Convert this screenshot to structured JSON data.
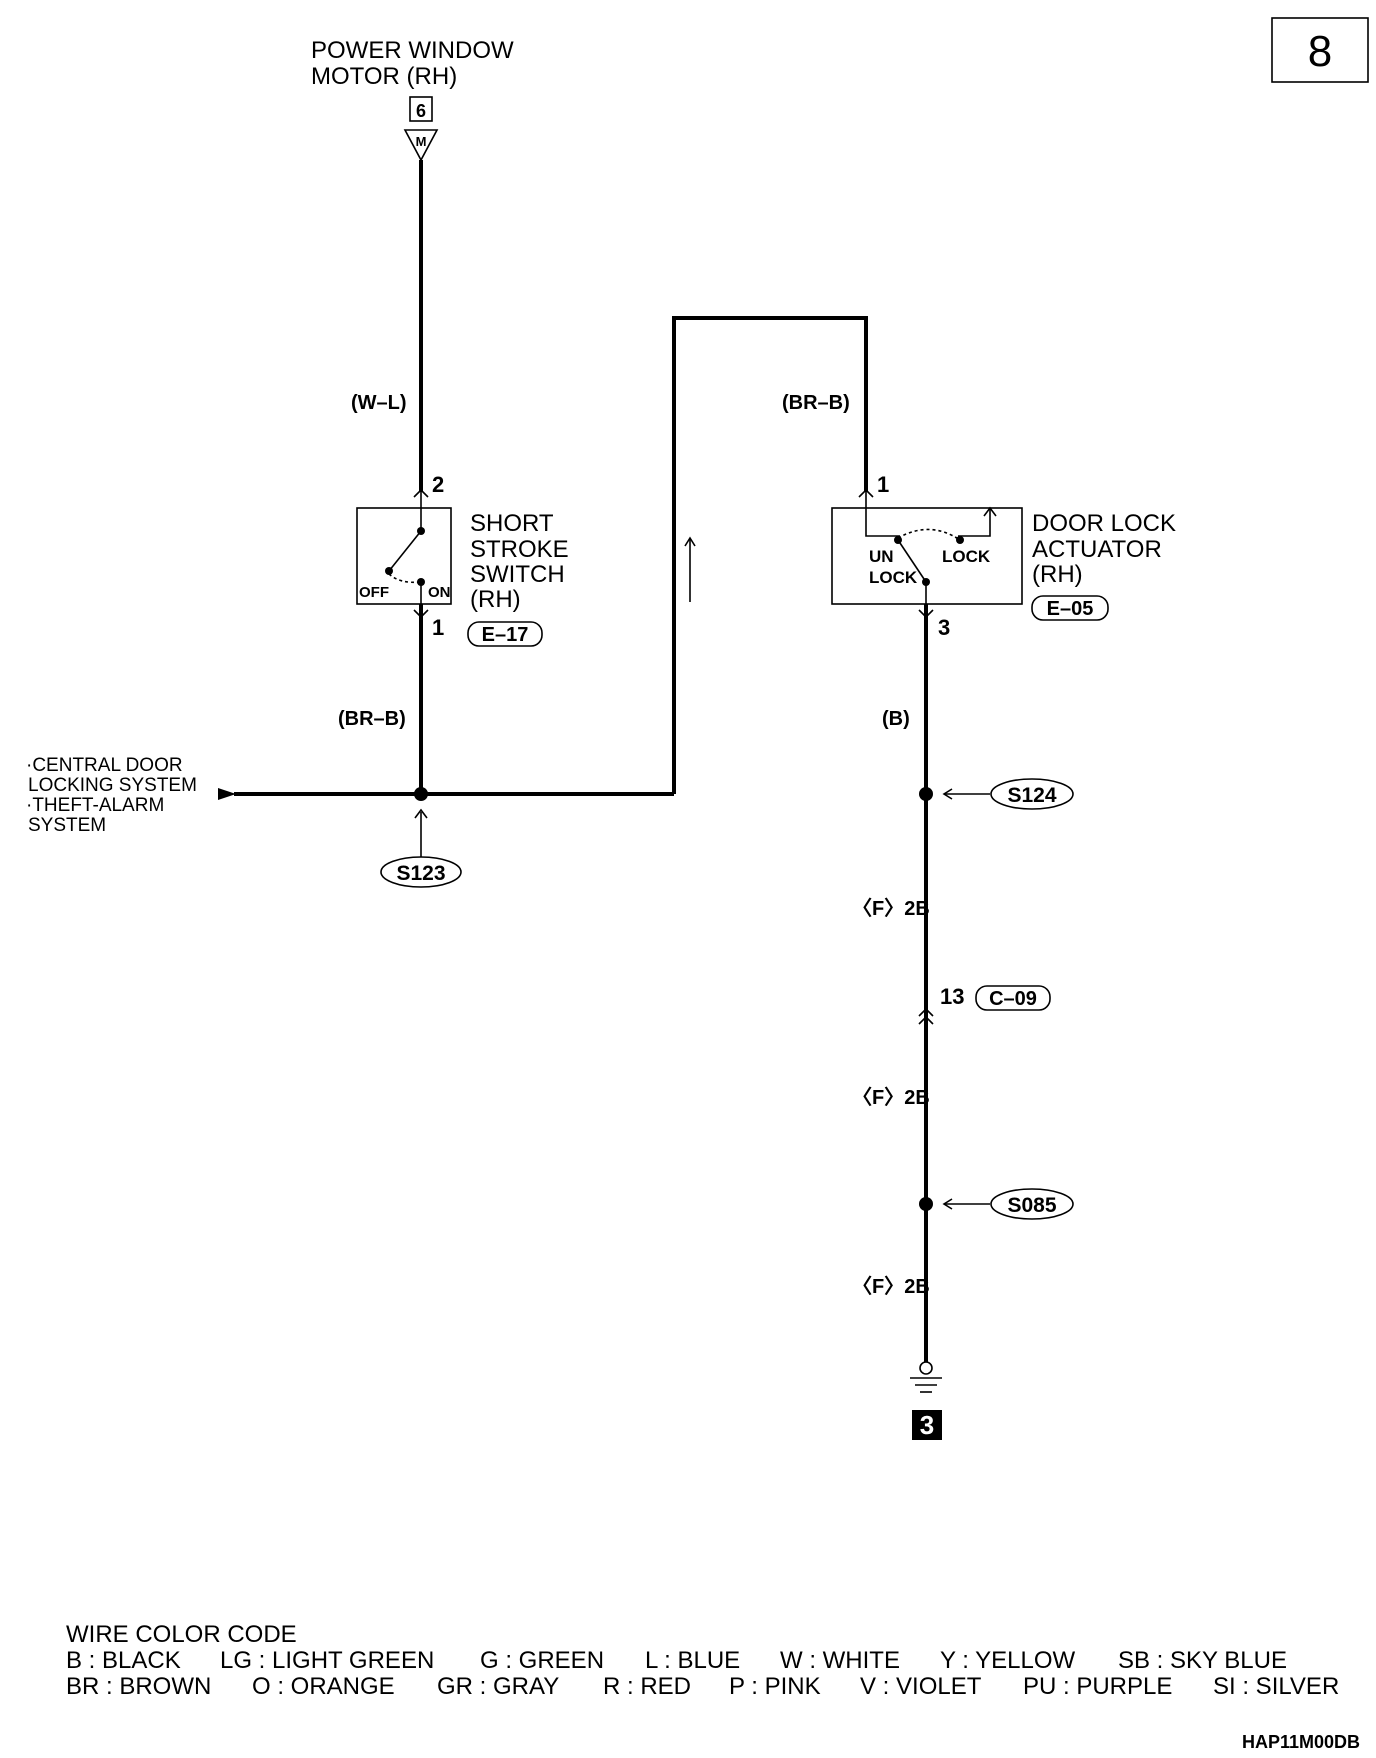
{
  "page_number": "8",
  "doc_code": "HAP11M00DB",
  "motor": {
    "title_line1": "POWER WINDOW",
    "title_line2": "MOTOR (RH)",
    "connector_num": "6",
    "symbol": "M"
  },
  "wires": {
    "w_l": "(W–L)",
    "br_b_left": "(BR–B)",
    "br_b_right": "(BR–B)",
    "b": "(B)",
    "f2b_1": "〈F〉2B",
    "f2b_2": "〈F〉2B",
    "f2b_3": "〈F〉2B"
  },
  "switch": {
    "title_line1": "SHORT",
    "title_line2": "STROKE",
    "title_line3": "SWITCH",
    "title_line4": "(RH)",
    "connector": "E–17",
    "pin_top": "2",
    "pin_bottom": "1",
    "off_label": "OFF",
    "on_label": "ON"
  },
  "actuator": {
    "title_line1": "DOOR LOCK",
    "title_line2": "ACTUATOR",
    "title_line3": "(RH)",
    "connector": "E–05",
    "pin_top": "1",
    "pin_bottom": "3",
    "unlock_line1": "UN",
    "unlock_line2": "LOCK",
    "lock_label": "LOCK"
  },
  "left_feed": {
    "line1": "·CENTRAL DOOR",
    "line2": "LOCKING SYSTEM",
    "line3": "·THEFT-ALARM",
    "line4": "SYSTEM"
  },
  "splices": {
    "s123": "S123",
    "s124": "S124",
    "s085": "S085"
  },
  "junction": {
    "pin": "13",
    "connector": "C–09"
  },
  "ground": {
    "number": "3"
  },
  "legend": {
    "title": "WIRE COLOR CODE",
    "row1": [
      "B : BLACK",
      "LG : LIGHT GREEN",
      "G : GREEN",
      "L : BLUE",
      "W : WHITE",
      "Y : YELLOW",
      "SB : SKY BLUE"
    ],
    "row2": [
      "BR : BROWN",
      "O : ORANGE",
      "GR : GRAY",
      "R : RED",
      "P : PINK",
      "V : VIOLET",
      "PU : PURPLE",
      "SI : SILVER"
    ]
  }
}
